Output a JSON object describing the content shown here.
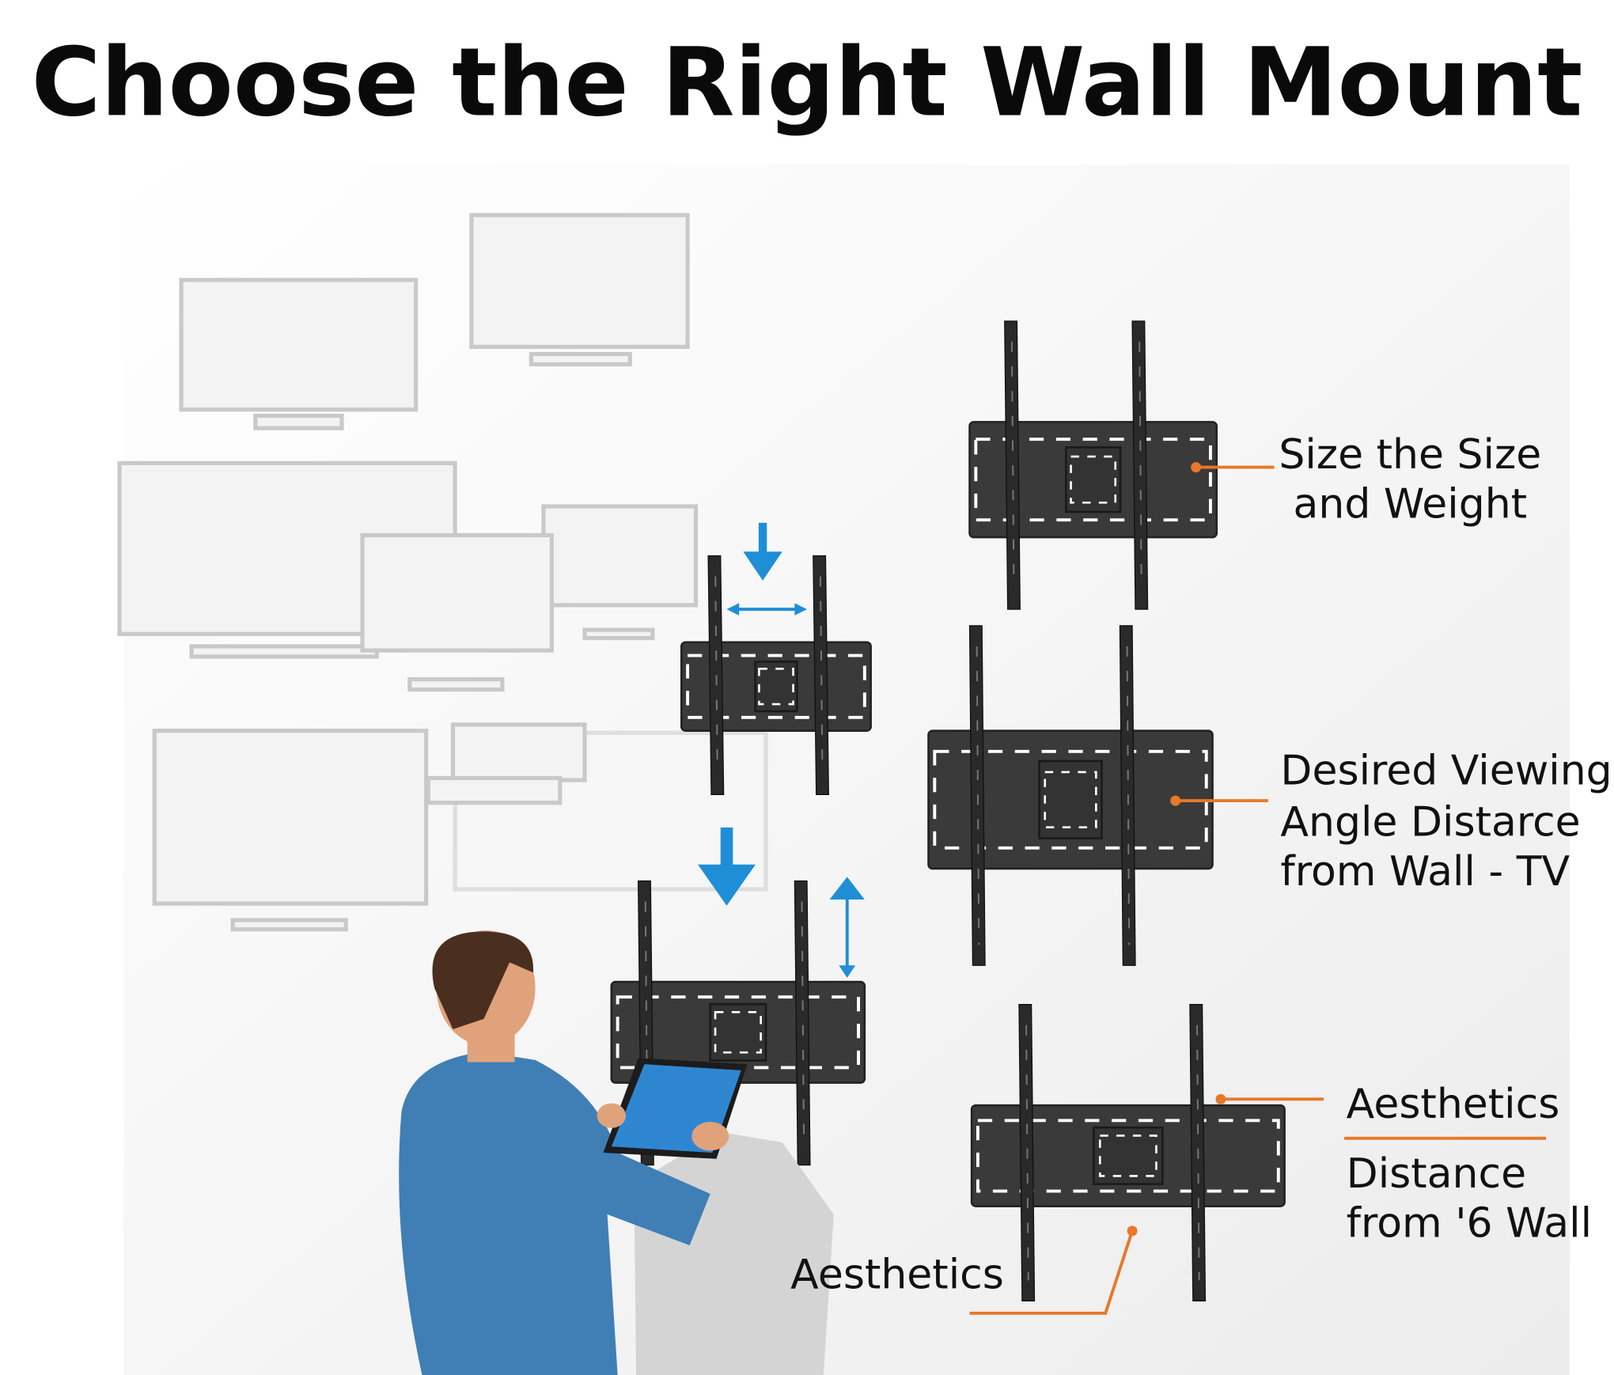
{
  "title": "Choose the Right Wall Mount",
  "labels": {
    "size_weight": [
      "Size the Size",
      "and Weight"
    ],
    "viewing": [
      "Desired Viewing",
      "Angle Distarce",
      "from Wall - TV"
    ],
    "aesthetics_right": "Aesthetics",
    "distance": [
      "Distance",
      "from '6 Wall"
    ],
    "aesthetics_bottom": "Aesthetics"
  },
  "colors": {
    "accent_orange": "#e8782a",
    "arrow_blue": "#1e8fd6",
    "mount_dark": "#3a3a3a",
    "shirt_blue": "#3f7fb5",
    "tablet_blue": "#2f86d0"
  }
}
